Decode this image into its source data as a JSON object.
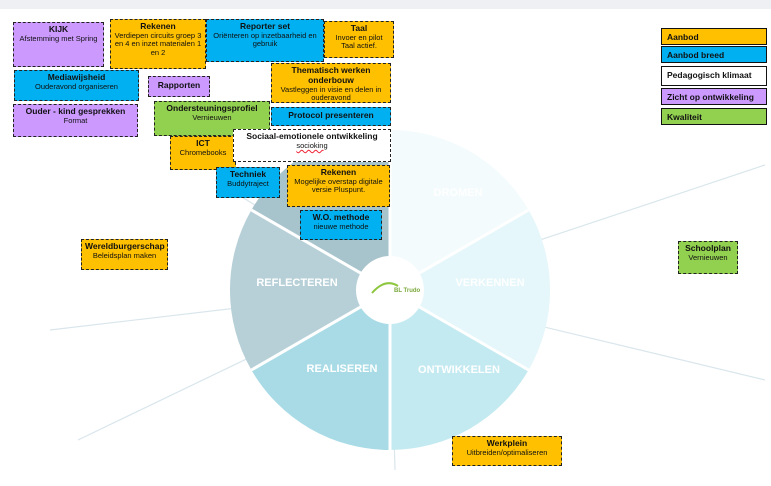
{
  "wheel": {
    "segments": [
      {
        "label": "DROMEN"
      },
      {
        "label": "VERKENNEN"
      },
      {
        "label": "ONTWIKKELEN"
      },
      {
        "label": "REALISEREN"
      },
      {
        "label": "REFLECTEREN"
      }
    ],
    "logo_text": "BL Trudo"
  },
  "legend": [
    {
      "label": "Aanbod",
      "color": "#ffc000"
    },
    {
      "label": "Aanbod breed",
      "color": "#00b0f0"
    },
    {
      "label": "Pedagogisch klimaat",
      "color": "#ffffff"
    },
    {
      "label": "Zicht op ontwikkeling",
      "color": "#cc99ff"
    },
    {
      "label": "Kwaliteit",
      "color": "#92d050"
    }
  ],
  "cards": {
    "kijk": {
      "title": "KIJK",
      "sub": "Afstemming met Spring"
    },
    "rekenen1": {
      "title": "Rekenen",
      "sub": "Verdiepen circuits groep 3 en 4 en inzet materialen 1 en 2"
    },
    "reporter": {
      "title": "Reporter set",
      "sub": "Oriënteren op inzetbaarheid en gebruik"
    },
    "taal": {
      "title": "Taal",
      "sub": "Invoer en pilot Taal actief."
    },
    "mediawijsheid": {
      "title": "Mediawijsheid",
      "sub": "Ouderavond organiseren"
    },
    "rapporten": {
      "title": "Rapporten"
    },
    "thematisch": {
      "title": "Thematisch werken onderbouw",
      "sub": "Vastleggen in visie en delen in ouderavond"
    },
    "ouderkind": {
      "title": "Ouder - kind gesprekken",
      "sub": "Format"
    },
    "ondersteuning": {
      "title": "Ondersteuningsprofiel",
      "sub": "Vernieuwen"
    },
    "protocol": {
      "title": "Protocol presenteren"
    },
    "sociaal": {
      "title": "Sociaal-emotionele ontwikkeling",
      "sub": "socioking"
    },
    "ict": {
      "title": "ICT",
      "sub": "Chromebooks"
    },
    "techniek": {
      "title": "Techniek",
      "sub": "Buddytraject"
    },
    "rekenen2": {
      "title": "Rekenen",
      "sub": "Mogelijke overstap digitale versie Pluspunt."
    },
    "wo": {
      "title": "W.O. methode",
      "sub": "nieuwe methode"
    },
    "wereldburger": {
      "title": "Wereldburgerschap",
      "sub": "Beleidsplan maken"
    },
    "schoolplan": {
      "title": "Schoolplan",
      "sub": "Vernieuwen"
    },
    "werkplein": {
      "title": "Werkplein",
      "sub": "Uitbreiden/optimaliseren"
    }
  }
}
